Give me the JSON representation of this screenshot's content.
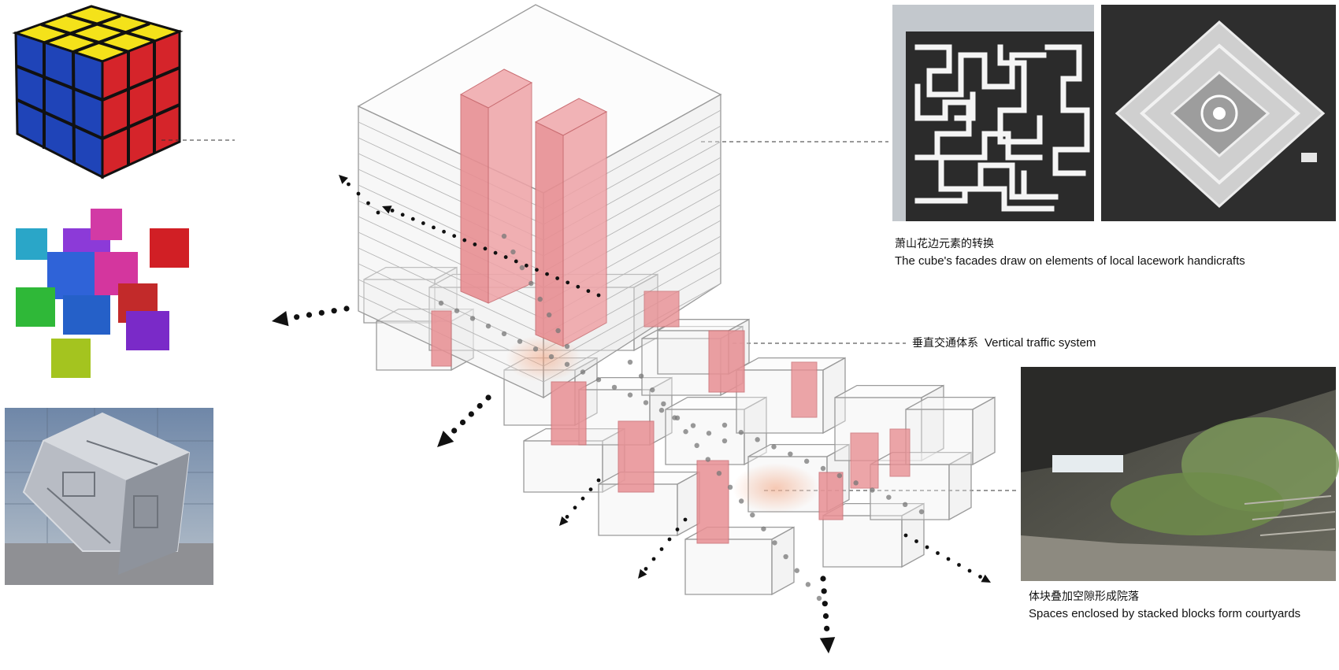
{
  "captions": {
    "lacework": {
      "zh": "萧山花边元素的转换",
      "en": "The cube's facades draw on elements of local lacework handicrafts"
    },
    "traffic": {
      "zh": "垂直交通体系",
      "en": "Vertical traffic system"
    },
    "courtyard": {
      "zh": "体块叠加空隙形成院落",
      "en": "Spaces enclosed by stacked blocks form courtyards"
    }
  },
  "colors": {
    "core_red": "#e88f93",
    "glass_stroke": "#9a9a9a",
    "leader_line": "#333333",
    "arrow": "#111111"
  },
  "icons": [
    "rubiks-cube-icon",
    "exploded-cubes-icon",
    "sculpture-cube-icon",
    "lattice-screen-icon",
    "lace-doily-icon",
    "courtyard-photo-icon"
  ]
}
